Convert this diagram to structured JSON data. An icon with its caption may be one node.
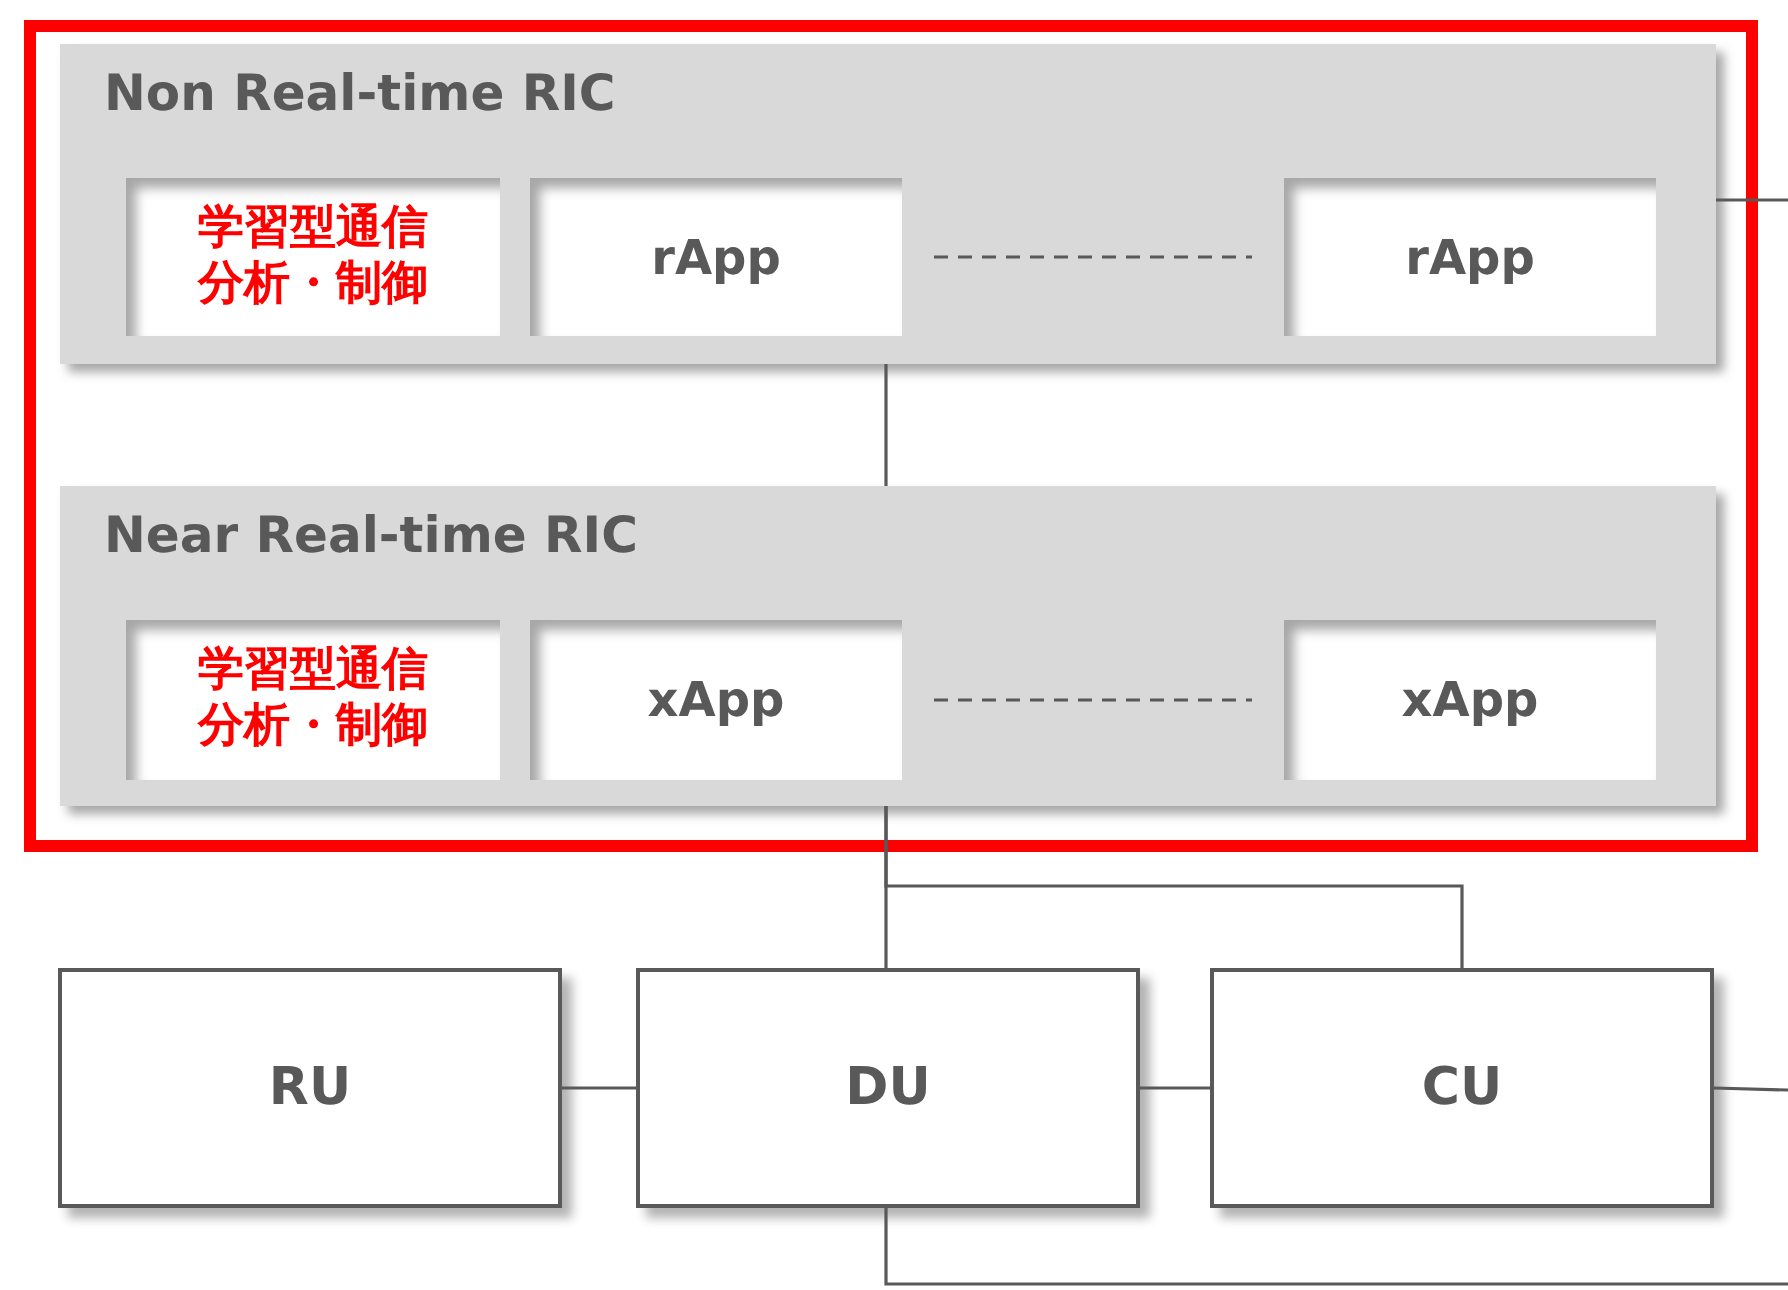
{
  "diagram": {
    "nodes": [
      {
        "text": [],
        "shape": "box"
      },
      {
        "text": [
          "Non Real-time RIC"
        ],
        "in": 0
      },
      {
        "text": [
          "学習型通信分析・制御"
        ],
        "in": 1
      },
      {
        "text": [
          "rApp"
        ],
        "in": 1
      },
      {
        "text": [
          "rApp"
        ],
        "in": 1
      },
      {
        "text": [
          "Near Real-time RIC"
        ],
        "in": 0
      },
      {
        "text": [
          "学習型通信分析・制御"
        ],
        "in": 5
      },
      {
        "text": [
          "xApp"
        ],
        "in": 5
      },
      {
        "text": [
          "xApp"
        ],
        "in": 5
      },
      {
        "text": [
          "RU"
        ]
      },
      {
        "text": [
          "DU"
        ]
      },
      {
        "text": [
          "CU"
        ]
      }
    ],
    "edges": [
      {
        "from": 1,
        "to": 5,
        "arrow": "none"
      },
      {
        "from": 3,
        "to": 4,
        "arrow": "none",
        "style": "dashed"
      },
      {
        "from": 7,
        "to": 8,
        "arrow": "none",
        "style": "dashed"
      },
      {
        "from": 5,
        "to": 10,
        "arrow": "none"
      },
      {
        "from": 5,
        "to": 11,
        "arrow": "none"
      },
      {
        "from": 9,
        "to": 10,
        "arrow": "none"
      },
      {
        "from": 10,
        "to": 11,
        "arrow": "none"
      },
      {
        "from": 1,
        "to": null,
        "arrow": "none"
      },
      {
        "from": 11,
        "to": null,
        "arrow": "none"
      },
      {
        "from": 10,
        "to": null,
        "arrow": "none"
      }
    ]
  }
}
